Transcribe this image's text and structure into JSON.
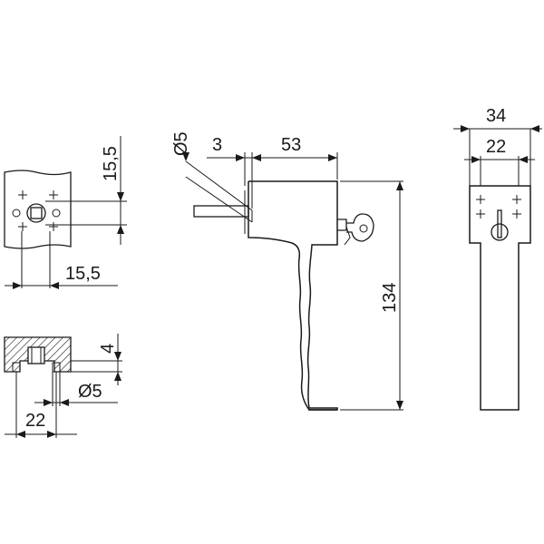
{
  "dimensions": {
    "rose_vertical": "15,5",
    "rose_horizontal": "15,5",
    "rose_thickness": "4",
    "pin_diameter": "Ø5",
    "rose_width_front": "22",
    "spindle_diameter": "Ø5",
    "spindle_offset": "3",
    "handle_projection": "53",
    "handle_height": "134",
    "overall_width": "34",
    "body_width": "22"
  }
}
